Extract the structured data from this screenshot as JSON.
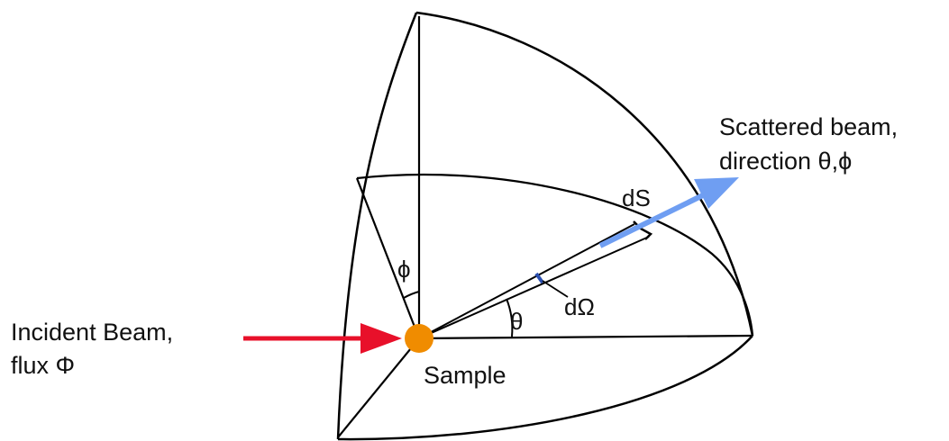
{
  "labels": {
    "incident_line1": "Incident Beam,",
    "incident_line2": "flux Φ",
    "sample": "Sample",
    "scattered_line1": "Scattered beam,",
    "scattered_line2": "direction θ,ϕ",
    "ds": "dS",
    "domega": "dΩ",
    "theta": "θ",
    "phi": "ϕ"
  },
  "colors": {
    "line": "#000000",
    "incident_arrow": "#e8102a",
    "scattered_arrow": "#6f9ef2",
    "sample": "#f08c00",
    "solid_angle_mark": "#2a4fb0"
  }
}
